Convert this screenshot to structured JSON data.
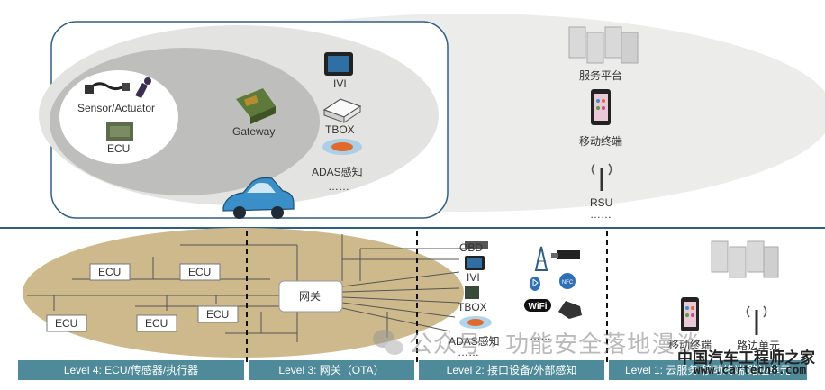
{
  "top": {
    "sensor_label": "Sensor/Actuator",
    "ecu_label": "ECU",
    "gateway_label": "Gateway",
    "ivi_label": "IVI",
    "tbox_label": "TBOX",
    "adas_label": "ADAS感知",
    "ellipsis": "……",
    "cloud_label": "服务平台",
    "mobile_label": "移动终端",
    "rsu_label": "RSU",
    "rsu_ellipsis": "……"
  },
  "bottom": {
    "ecu_labels": [
      "ECU",
      "ECU",
      "ECU",
      "ECU",
      "ECU"
    ],
    "gateway_box": "网关",
    "obd_label": "OBD",
    "ivi_label": "IVI",
    "tbox_label": "TBOX",
    "adas_label": "ADAS感知",
    "ellipsis": "……",
    "ellipsis2": "……",
    "mobile_label": "移动终端",
    "rsu_label": "路边单元"
  },
  "levels": [
    "Level 4: ECU/传感器/执行器",
    "Level 3: 网关（OTA）",
    "Level 2: 接口设备/外部感知",
    "Level 1: 云服务/移动终端/路边单元"
  ],
  "watermark": {
    "text": "公众号 · 功能安全落地漫谈",
    "site_cn": "中国汽车工程师之家",
    "site_url": "www.cartech8.com"
  },
  "colors": {
    "divider": "#2f5f86",
    "ellipse_gold": "#cdb98c",
    "footer": "#4e8a99",
    "car": "#3a8fc9"
  }
}
